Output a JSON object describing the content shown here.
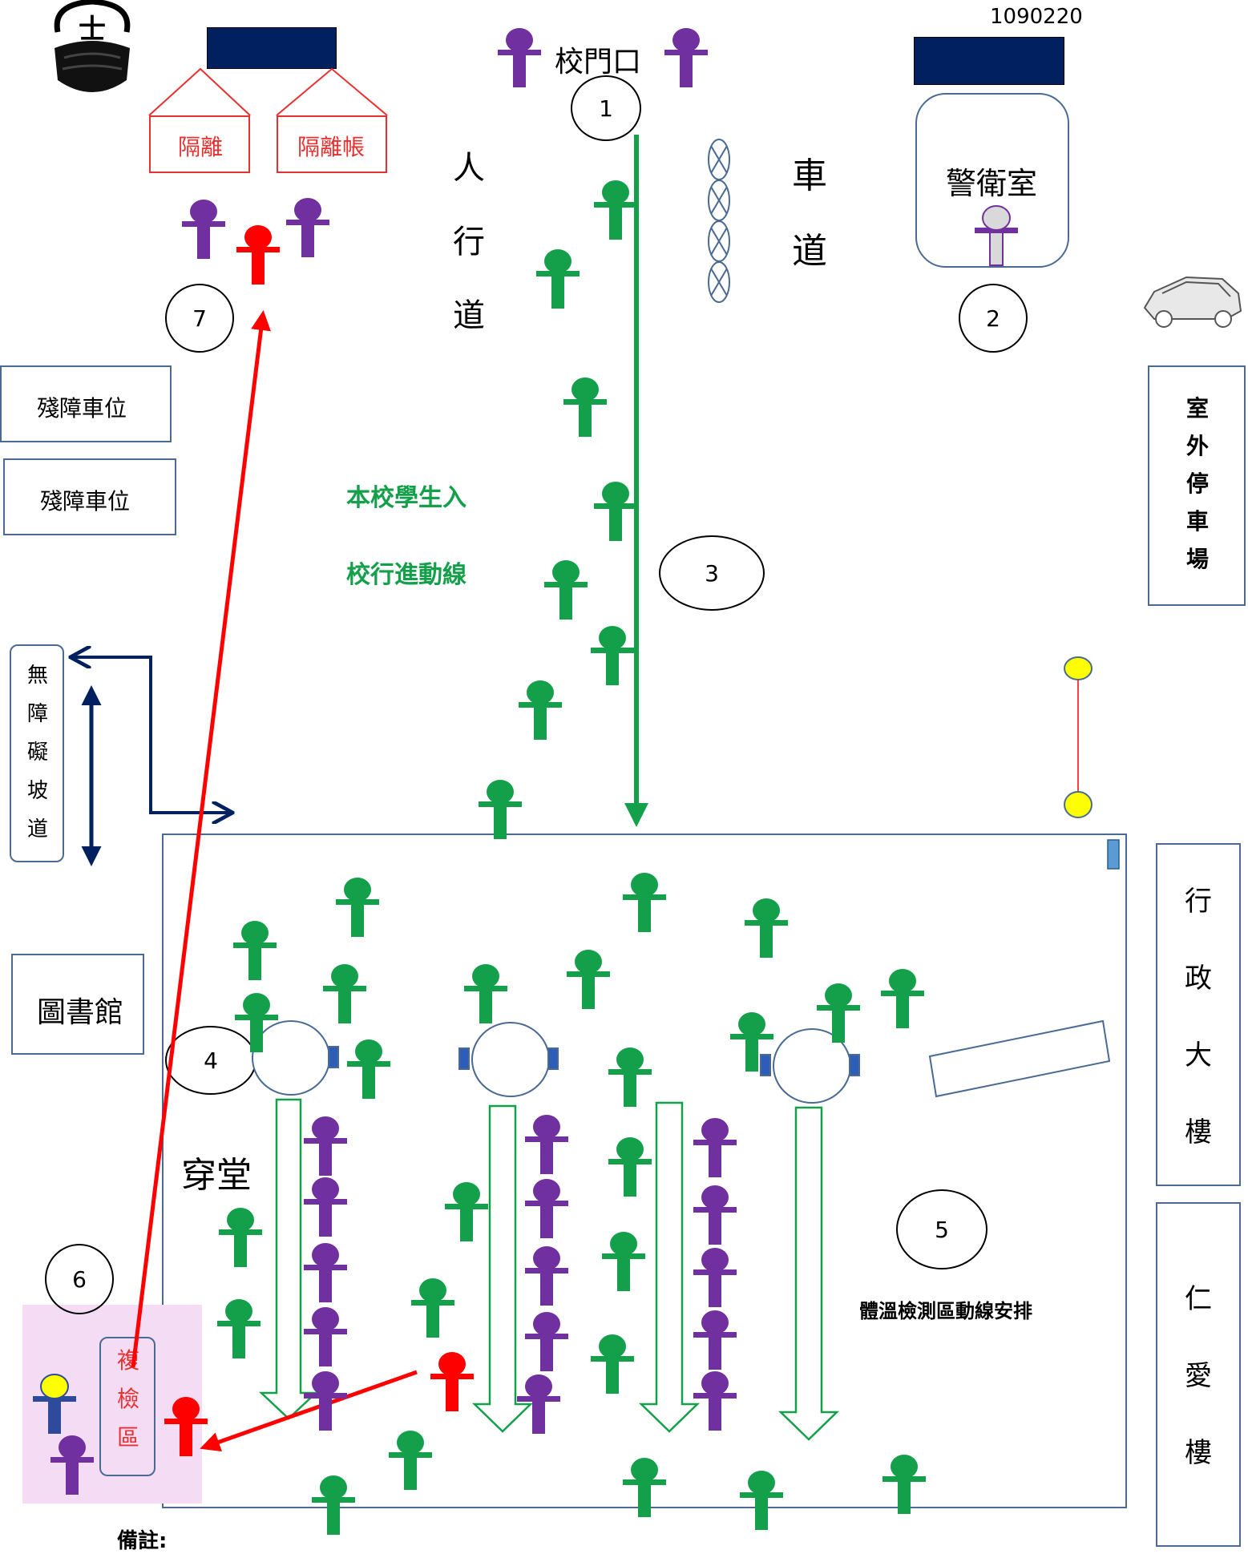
{
  "doc_code": "1090220",
  "labels": {
    "gate": "校門口",
    "walkway": [
      "人",
      "行",
      "道"
    ],
    "driveway": [
      "車",
      "道"
    ],
    "guardroom": "警衛室",
    "quarantine_left": "隔離",
    "quarantine_right": "隔離帳",
    "accessible_parking_1": "殘障車位",
    "accessible_parking_2": "殘障車位",
    "outdoor_parking": [
      "室",
      "外",
      "停",
      "車",
      "場"
    ],
    "student_route_line1": "本校學生入",
    "student_route_line2": "校行進動線",
    "ramp": [
      "無",
      "障",
      "礙",
      "坡",
      "道"
    ],
    "library": "圖書館",
    "hall": "穿堂",
    "recheck": [
      "複",
      "檢",
      "區"
    ],
    "admin_building": [
      "行",
      "政",
      "大",
      "樓"
    ],
    "renai_building": [
      "仁",
      "愛",
      "樓"
    ],
    "temp_area": "體溫檢測區動線安排",
    "note": "備註:"
  },
  "markers": [
    "1",
    "2",
    "3",
    "4",
    "5",
    "6",
    "7"
  ],
  "colors": {
    "student": "#14a04a",
    "staff": "#7030a0",
    "alert": "#ff0000",
    "navy": "#002060",
    "quarantine": "#e83030",
    "yellow": "#ffff00",
    "recheck_bg": "#f4dcf4"
  }
}
